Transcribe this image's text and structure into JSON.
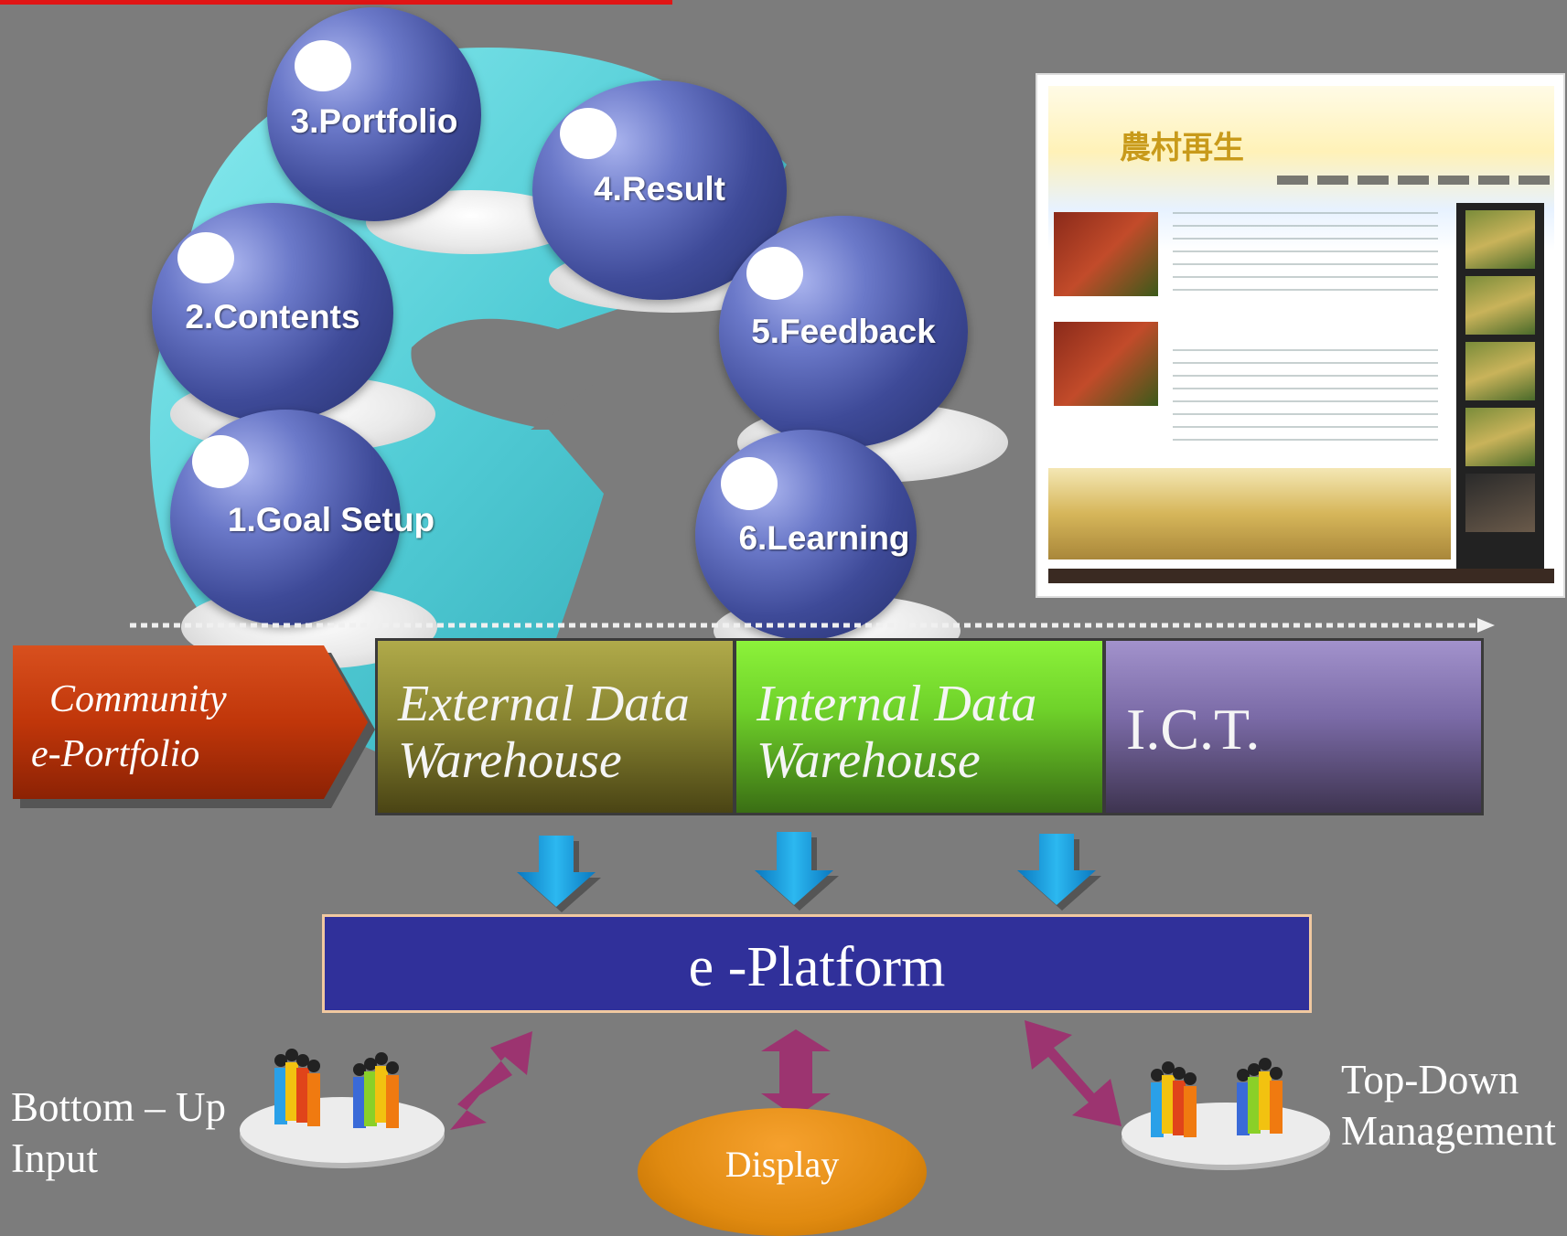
{
  "cycle_steps": [
    {
      "label": "1.Goal Setup"
    },
    {
      "label": "2.Contents"
    },
    {
      "label": "3.Portfolio"
    },
    {
      "label": "4.Result"
    },
    {
      "label": "5.Feedback"
    },
    {
      "label": "6.Learning"
    }
  ],
  "community": {
    "line1": "Community",
    "line2": "e-Portfolio"
  },
  "bar": {
    "external": {
      "line1": "External Data",
      "line2": "Warehouse"
    },
    "internal": {
      "line1": "Internal Data",
      "line2": "Warehouse"
    },
    "ict": "I.C.T."
  },
  "platform": "e -Platform",
  "bottom_up": {
    "line1": "Bottom – Up",
    "line2": "Input"
  },
  "top_down": {
    "line1": "Top-Down",
    "line2": "Management"
  },
  "display": "Display",
  "website": {
    "title": "農村再生"
  },
  "colors": {
    "background": "#7c7c7c",
    "sphere": "#3e4a98",
    "ring": "#5fd8e0",
    "community": "#c0360a",
    "external": "#8e8a34",
    "internal": "#6fd22a",
    "ict": "#7a6aa6",
    "platform": "#30309a",
    "arrow_down": "#1aa0e0",
    "arrow_bi": "#9c3470",
    "display": "#e08a10"
  }
}
